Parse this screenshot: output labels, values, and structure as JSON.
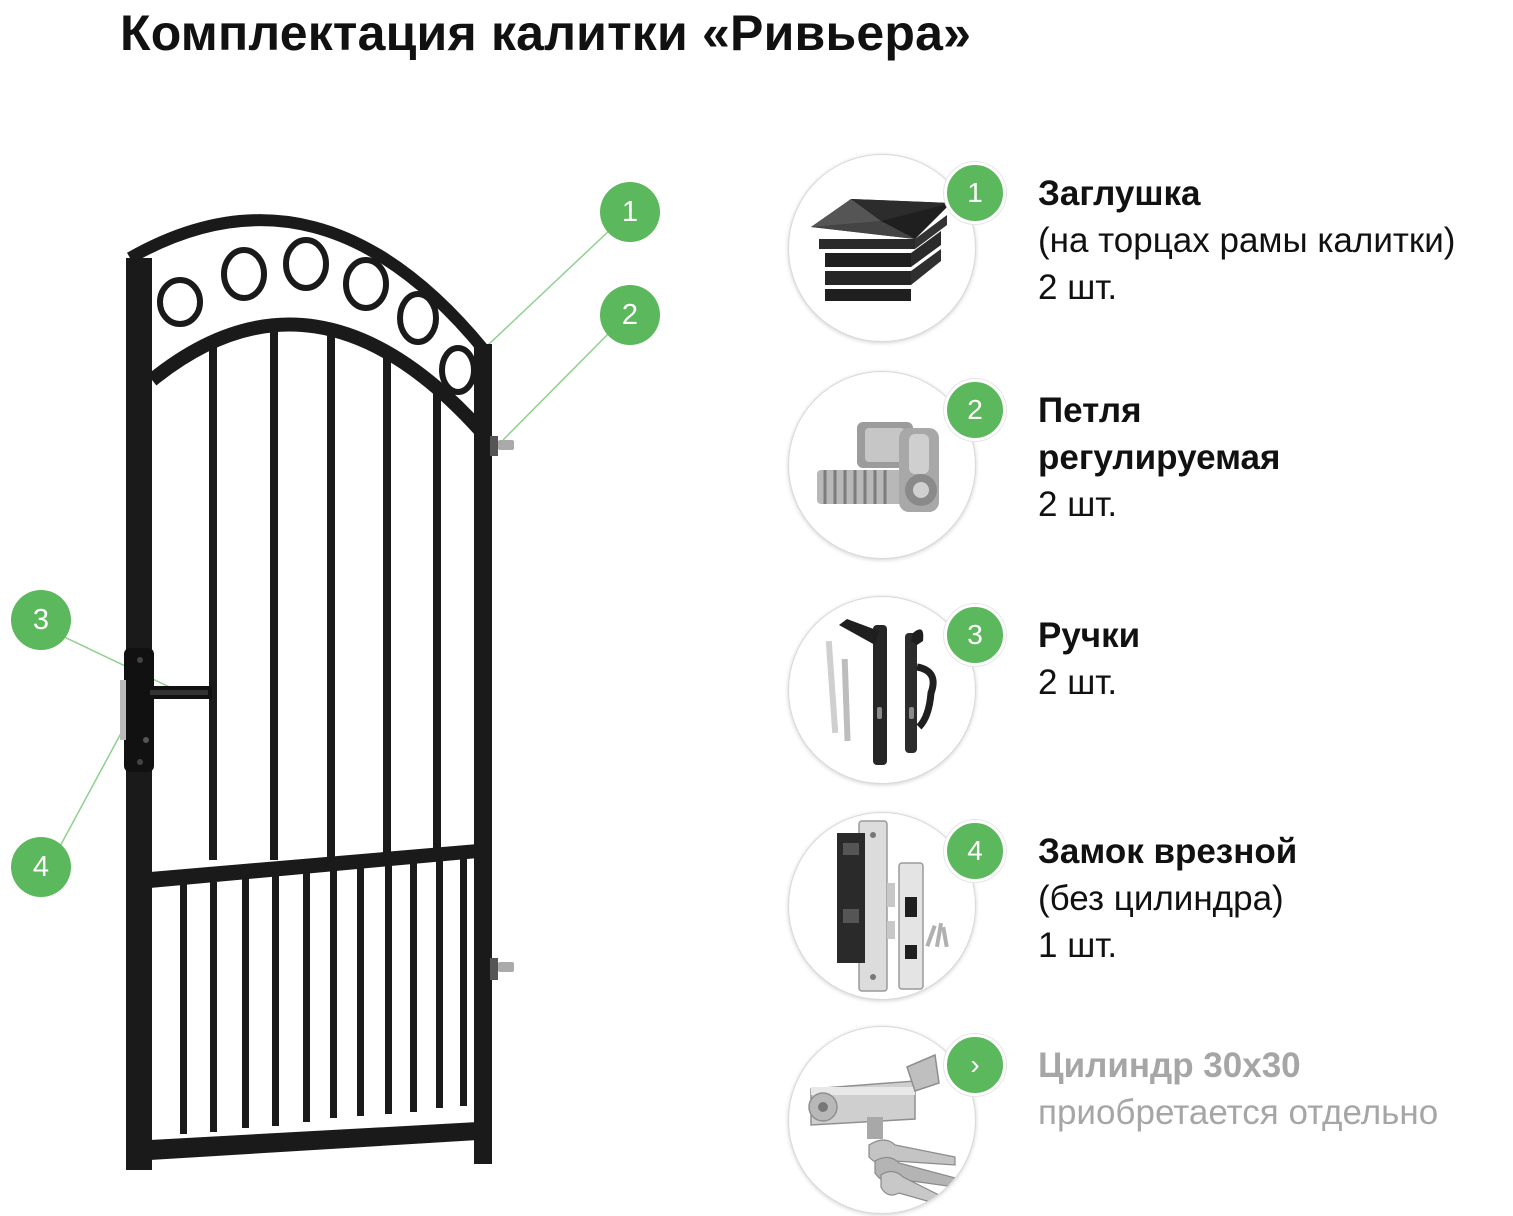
{
  "page": {
    "title": "Комплектация калитки «Ривьера»"
  },
  "colors": {
    "accent": "#5cb85c",
    "frame": "#1a1a1a",
    "muted_text": "#a6a6a6"
  },
  "gate_markers": [
    "1",
    "2",
    "3",
    "4"
  ],
  "items": [
    {
      "badge": "1",
      "name": "Заглушка",
      "lines": [
        "(на торцах рамы калитки)",
        "2 шт."
      ],
      "icon": "end-cap-icon"
    },
    {
      "badge": "2",
      "name": "Петля",
      "lines": [
        "регулируемая",
        "2 шт."
      ],
      "icon": "hinge-icon"
    },
    {
      "badge": "3",
      "name": "Ручки",
      "lines": [
        "2 шт."
      ],
      "icon": "handles-icon"
    },
    {
      "badge": "4",
      "name": "Замок врезной",
      "lines": [
        "(без цилиндра)",
        "1 шт."
      ],
      "icon": "mortise-lock-icon"
    },
    {
      "badge": "›",
      "name": "Цилиндр 30х30",
      "lines": [
        "приобретается отдельно"
      ],
      "icon": "lock-cylinder-icon"
    }
  ]
}
